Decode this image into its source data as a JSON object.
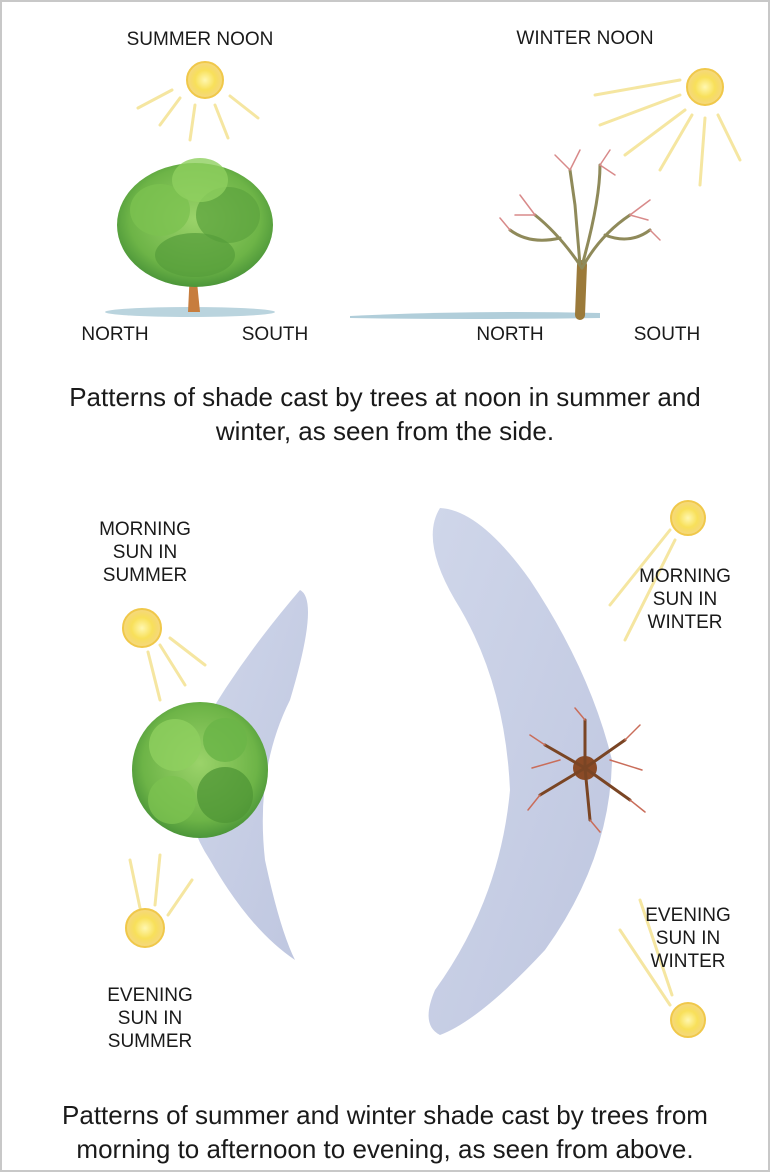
{
  "side_view": {
    "summer_label": "SUMMER NOON",
    "winter_label": "WINTER NOON",
    "summer_north": "NORTH",
    "summer_south": "SOUTH",
    "winter_north": "NORTH",
    "winter_south": "SOUTH",
    "caption": "Patterns of shade cast by trees at noon in summer and\nwinter, as seen from the side."
  },
  "top_view": {
    "morning_summer": "MORNING\nSUN IN\nSUMMER",
    "evening_summer": "EVENING\nSUN IN\nSUMMER",
    "morning_winter": "MORNING\nSUN IN\nWINTER",
    "evening_winter": "EVENING\nSUN IN\nWINTER",
    "caption": "Patterns of summer and winter shade cast by trees from\nmorning to afternoon to evening, as seen from above."
  },
  "colors": {
    "sun": "#f5d64a",
    "sun_ray": "#f3e08a",
    "foliage": "#6fb548",
    "shade": "#b9c3df",
    "trunk": "#9b6a3c",
    "ground": "#a9c9d6"
  }
}
